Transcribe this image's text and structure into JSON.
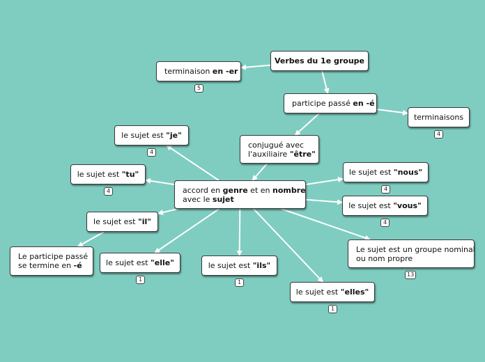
{
  "colors": {
    "background": "#7ecdc0",
    "node_fill": "#ffffff",
    "edge": "#ffffff"
  },
  "nodes": {
    "verbes": {
      "parts": [
        {
          "t": "Verbes du 1e groupe",
          "b": true
        }
      ]
    },
    "terminaison": {
      "parts": [
        {
          "t": "terminaison "
        },
        {
          "t": "en -er",
          "b": true
        }
      ],
      "count": "5"
    },
    "participe": {
      "parts": [
        {
          "t": "participe passé "
        },
        {
          "t": "en -é",
          "b": true
        }
      ]
    },
    "terminaisons": {
      "parts": [
        {
          "t": "terminaisons"
        }
      ],
      "count": "4"
    },
    "conjugue": {
      "parts": [
        {
          "t": "conjugué avec\nl'auxiliaire "
        },
        {
          "t": "\"être\"",
          "b": true
        }
      ]
    },
    "accord": {
      "parts": [
        {
          "t": "accord en "
        },
        {
          "t": "genre",
          "b": true
        },
        {
          "t": " et en "
        },
        {
          "t": "nombre",
          "b": true
        },
        {
          "t": "\navec le "
        },
        {
          "t": "sujet",
          "b": true
        }
      ]
    },
    "je": {
      "parts": [
        {
          "t": "le sujet est "
        },
        {
          "t": "\"je\"",
          "b": true
        }
      ],
      "count": "4"
    },
    "tu": {
      "parts": [
        {
          "t": "le sujet est "
        },
        {
          "t": "\"tu\"",
          "b": true
        }
      ],
      "count": "4"
    },
    "il": {
      "parts": [
        {
          "t": "le sujet est "
        },
        {
          "t": "\"il\"",
          "b": true
        }
      ]
    },
    "finale": {
      "parts": [
        {
          "t": "Le participe passé\nse termine en "
        },
        {
          "t": "-é",
          "b": true
        }
      ]
    },
    "elle": {
      "parts": [
        {
          "t": "le sujet est "
        },
        {
          "t": "\"elle\"",
          "b": true
        }
      ],
      "count": "1"
    },
    "ils": {
      "parts": [
        {
          "t": "le sujet est "
        },
        {
          "t": "\"ils\"",
          "b": true
        }
      ],
      "count": "1"
    },
    "elles": {
      "parts": [
        {
          "t": "le sujet est "
        },
        {
          "t": "\"elles\"",
          "b": true
        }
      ],
      "count": "1"
    },
    "nous": {
      "parts": [
        {
          "t": "le sujet est "
        },
        {
          "t": "\"nous\"",
          "b": true
        }
      ],
      "count": "4"
    },
    "vous": {
      "parts": [
        {
          "t": "le sujet est "
        },
        {
          "t": "\"vous\"",
          "b": true
        }
      ],
      "count": "4"
    },
    "groupe": {
      "parts": [
        {
          "t": "Le sujet est un groupe nominal\nou nom propre"
        }
      ],
      "count": "13"
    }
  },
  "edges": [
    [
      "verbes",
      "terminaison"
    ],
    [
      "verbes",
      "participe"
    ],
    [
      "participe",
      "terminaisons"
    ],
    [
      "participe",
      "conjugue"
    ],
    [
      "conjugue",
      "accord"
    ],
    [
      "accord",
      "je"
    ],
    [
      "accord",
      "tu"
    ],
    [
      "accord",
      "il"
    ],
    [
      "il",
      "finale"
    ],
    [
      "accord",
      "elle"
    ],
    [
      "accord",
      "ils"
    ],
    [
      "accord",
      "elles"
    ],
    [
      "accord",
      "nous"
    ],
    [
      "accord",
      "vous"
    ],
    [
      "accord",
      "groupe"
    ]
  ]
}
